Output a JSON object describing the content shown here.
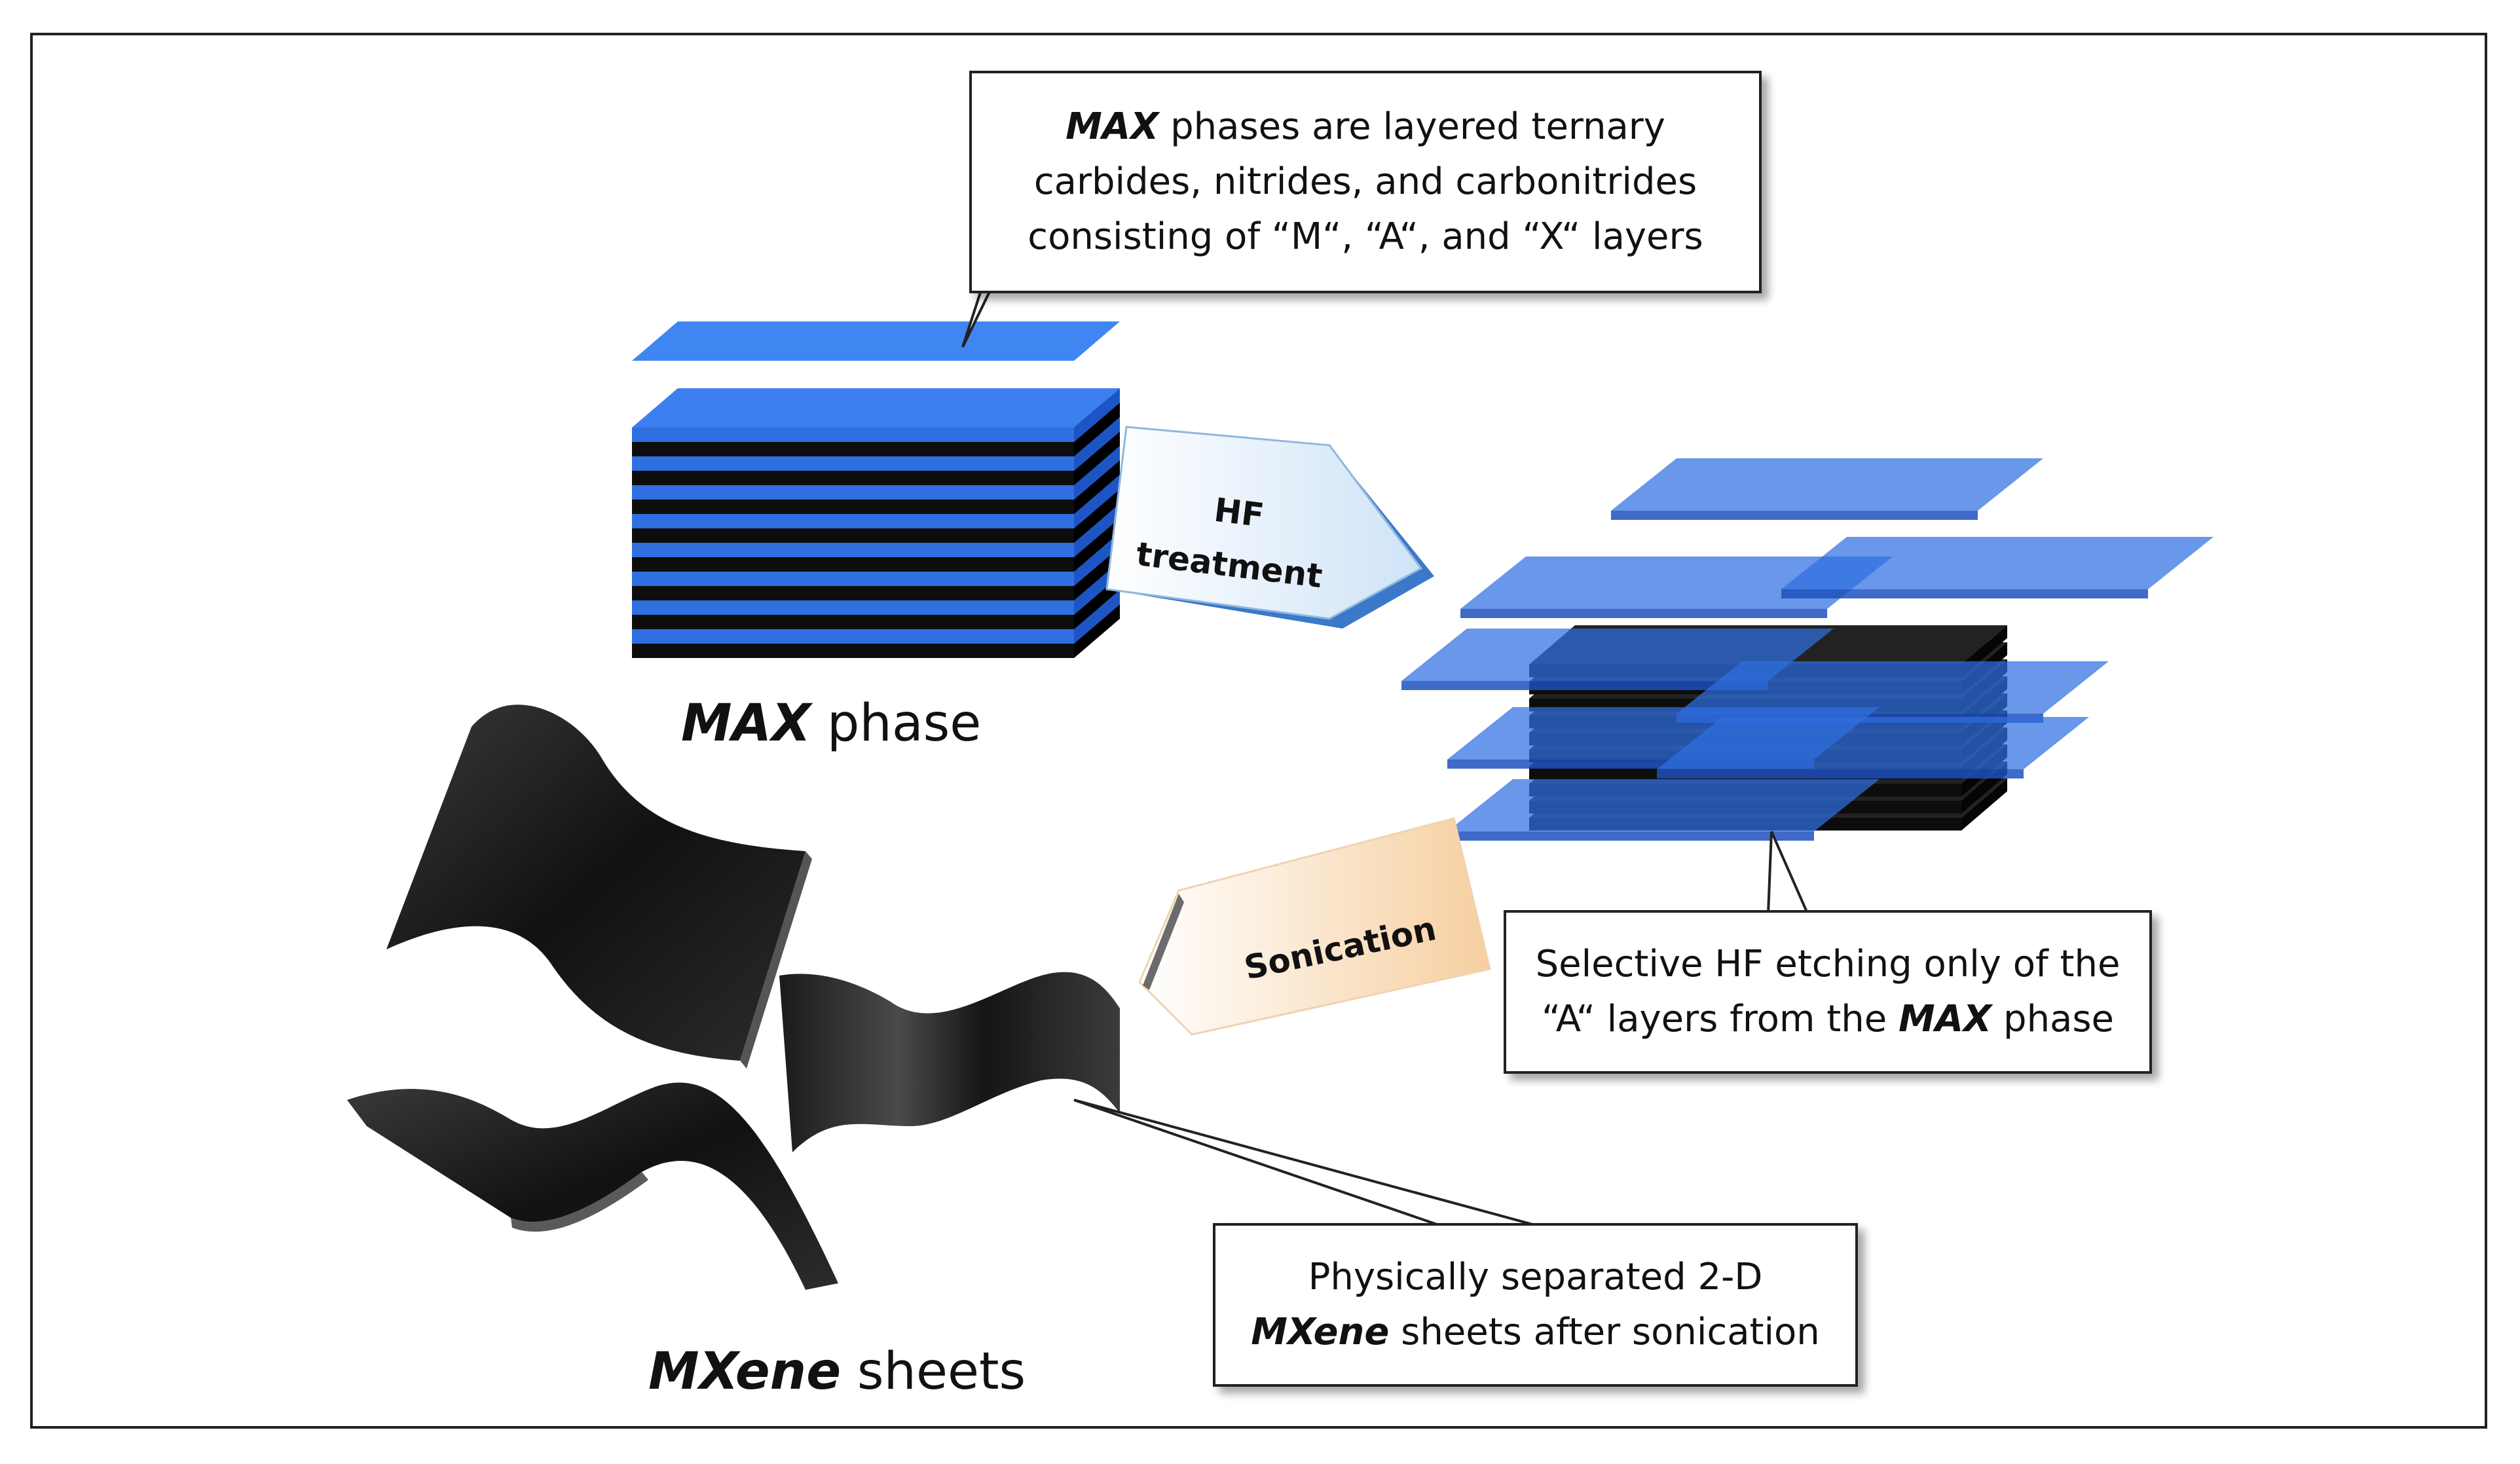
{
  "callouts": {
    "max_info": {
      "line1_em": "MAX",
      "line1_rest": " phases are layered ternary",
      "line2": "carbides, nitrides, and carbonitrides",
      "line3": "consisting of “M“, “A“, and “X“ layers"
    },
    "etching_info": {
      "line1": "Selective HF etching only of the",
      "line2_pre": "“A“ layers from the ",
      "line2_em": "MAX",
      "line2_post": " phase"
    },
    "mxene_info": {
      "line1": "Physically separated 2-D",
      "line2_em": "MXene",
      "line2_rest": " sheets after sonication"
    }
  },
  "labels": {
    "max_phase_em": "MAX",
    "max_phase_rest": " phase",
    "mxene_sheets_em": "MXene",
    "mxene_sheets_rest": " sheets"
  },
  "arrows": {
    "hf_line1": "HF",
    "hf_line2": "treatment",
    "sonication": "Sonication"
  },
  "colors": {
    "blue_layer": "#2f6fe0",
    "black_layer": "#0d0d0d",
    "hf_arrow_edge": "#3b78c9",
    "sonication_arrow": "#f8d9b3"
  }
}
